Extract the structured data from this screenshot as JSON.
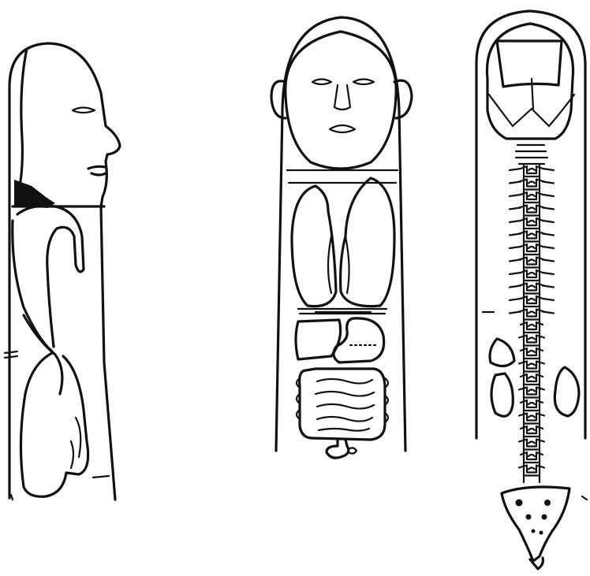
{
  "figures": [
    {
      "id": "side-view",
      "description_icon": "finger-profile-with-face-icon"
    },
    {
      "id": "front-view",
      "description_icon": "finger-with-face-and-organs-icon"
    },
    {
      "id": "skeleton-view",
      "description_icon": "finger-with-skull-and-spine-icon"
    }
  ],
  "colors": {
    "ink": "#111111",
    "background": "#ffffff"
  }
}
